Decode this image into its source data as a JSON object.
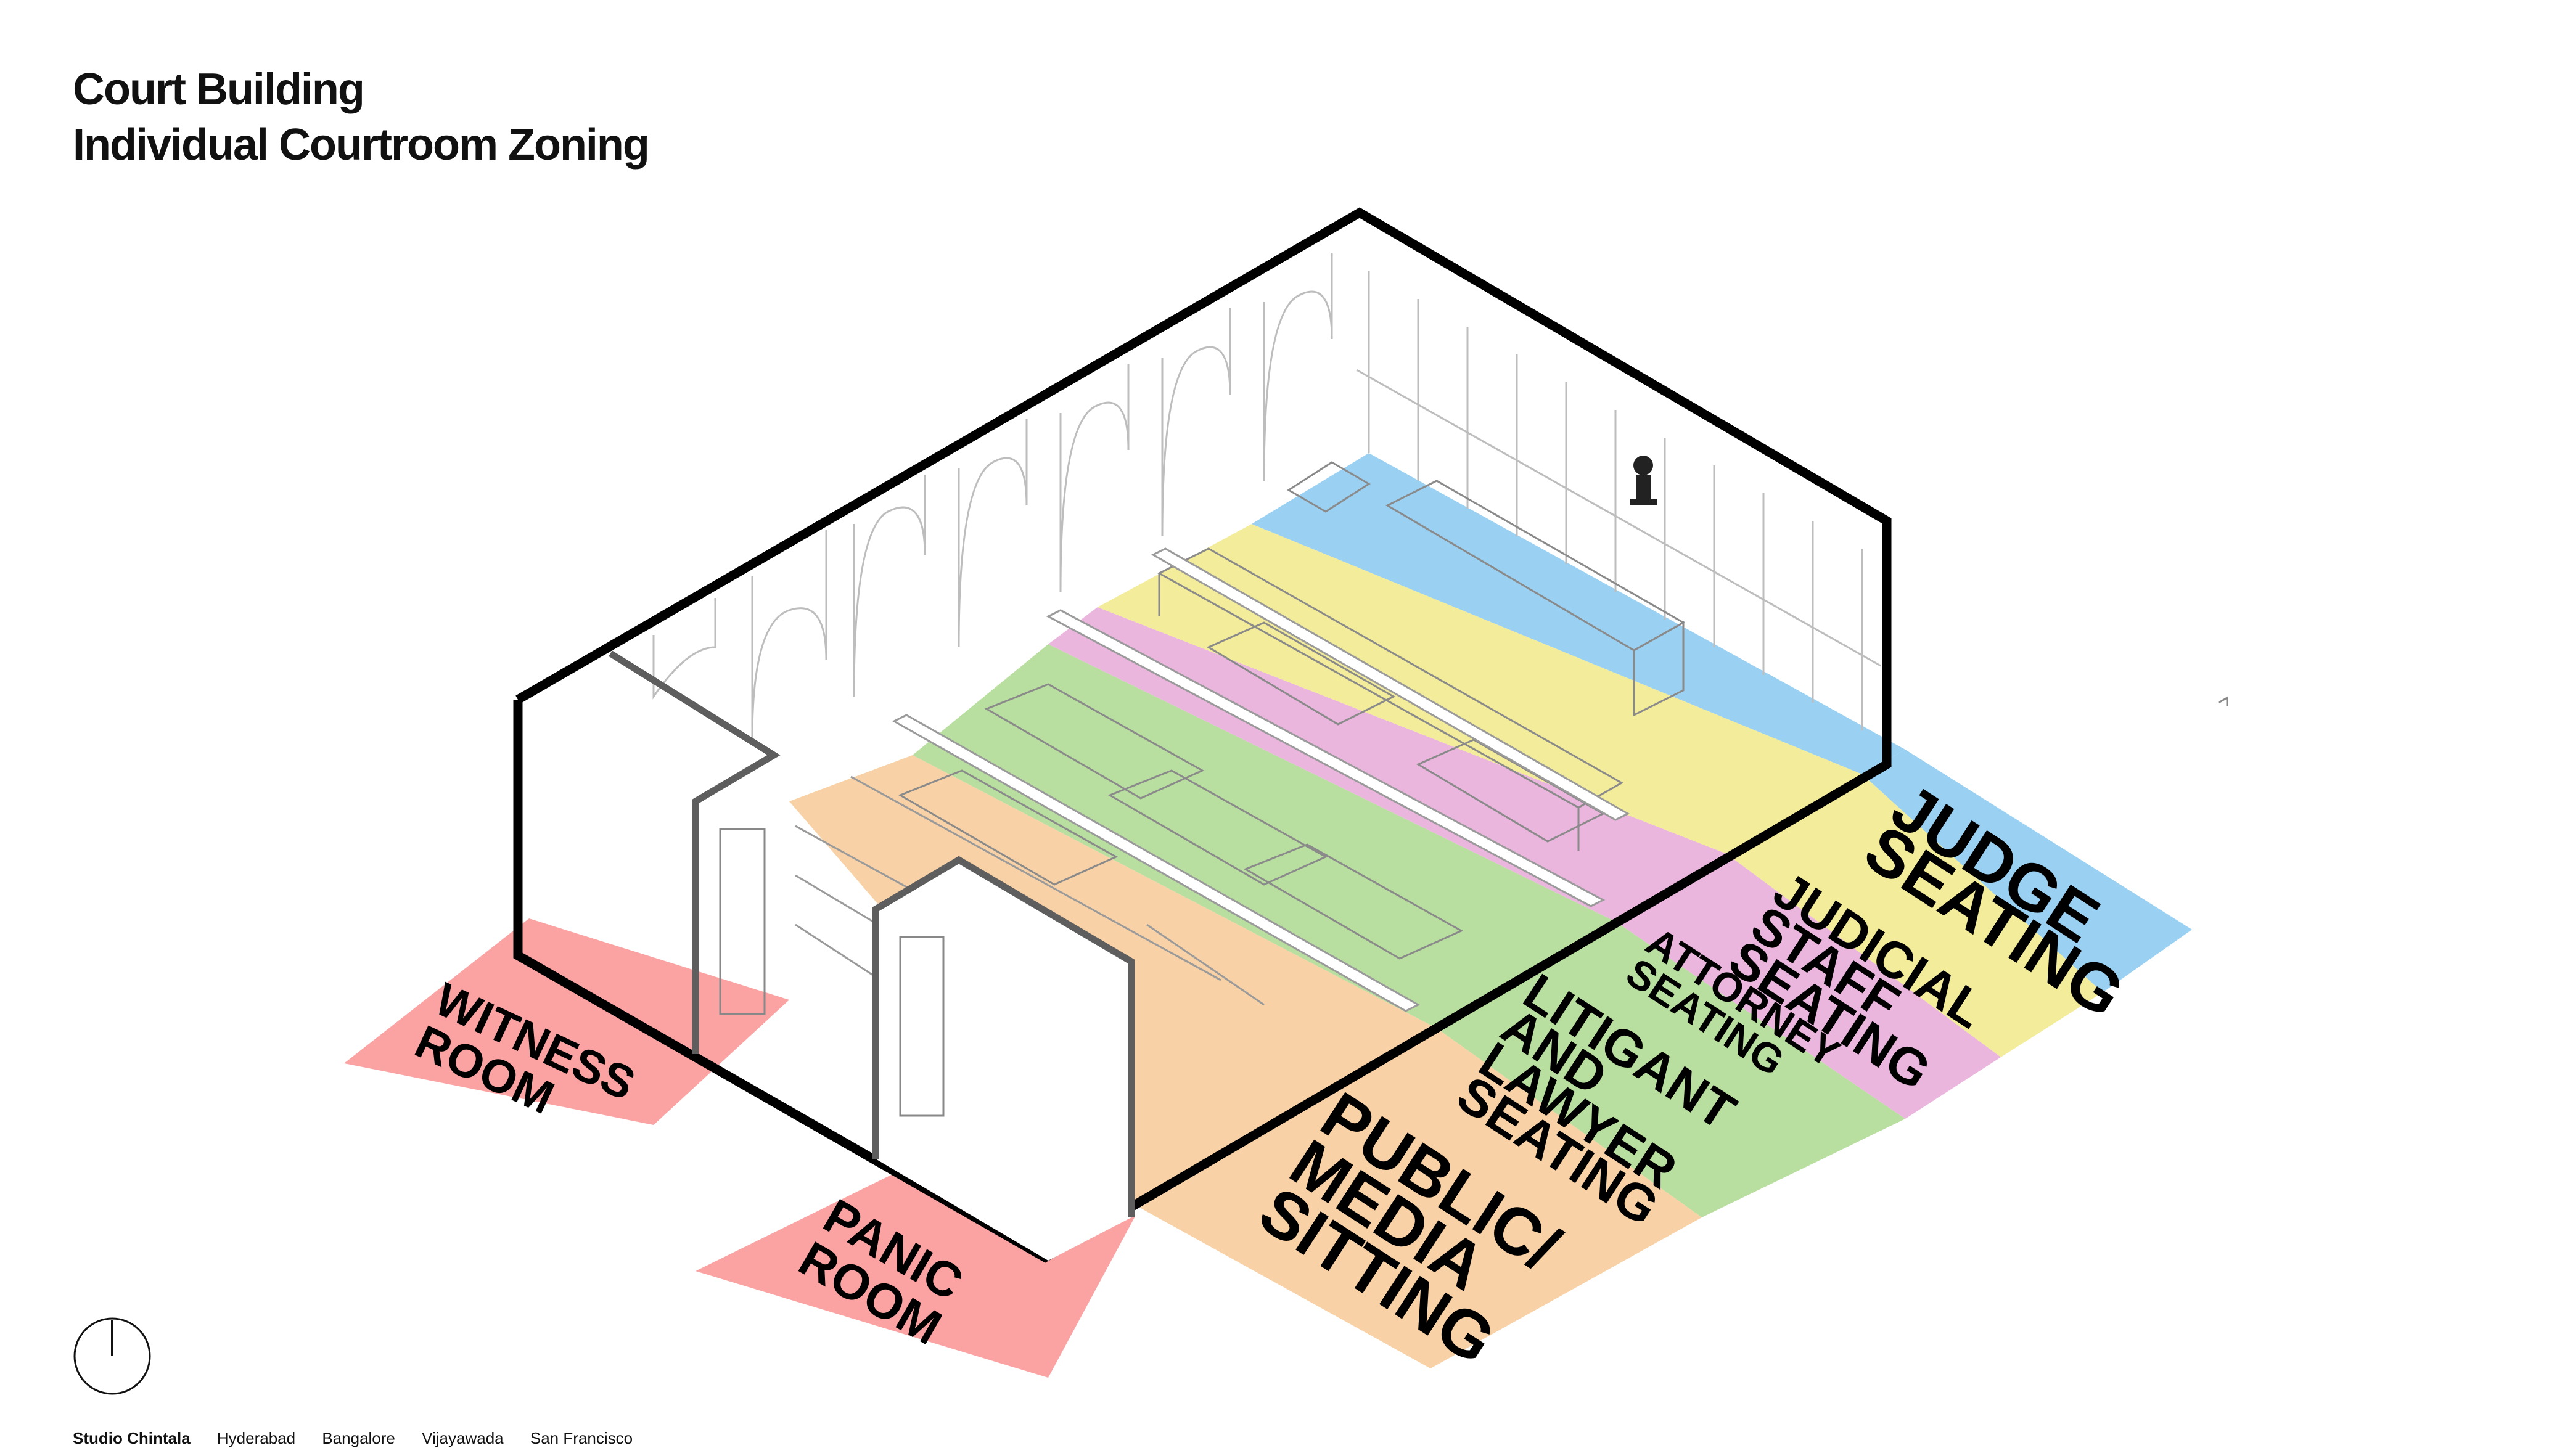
{
  "title": {
    "line1": "Court Building",
    "line2": "Individual Courtroom Zoning"
  },
  "zones": [
    {
      "id": "judge",
      "lines": [
        "JUDGE",
        "SEATING"
      ],
      "color": "#9ad1f3"
    },
    {
      "id": "judicial-staff",
      "lines": [
        "JUDICIAL",
        "STAFF",
        "SEATING"
      ],
      "color": "#f3ec9a"
    },
    {
      "id": "attorney",
      "lines": [
        "ATTORNEY",
        "SEATING"
      ],
      "color": "#eab6dd"
    },
    {
      "id": "litigant",
      "lines": [
        "LITIGANT",
        "AND",
        "LAWYER",
        "SEATING"
      ],
      "color": "#b9dfa0"
    },
    {
      "id": "public",
      "lines": [
        "PUBLIC/",
        "MEDIA",
        "SITTING"
      ],
      "color": "#f8d2a6"
    },
    {
      "id": "witness",
      "lines": [
        "WITNESS",
        "ROOM"
      ],
      "color": "#fba3a3"
    },
    {
      "id": "panic",
      "lines": [
        "PANIC",
        "ROOM"
      ],
      "color": "#fba3a3"
    }
  ],
  "footer": {
    "brand": "Studio Chintala",
    "cities": [
      "Hyderabad",
      "Bangalore",
      "Vijayawada",
      "San Francisco"
    ]
  }
}
